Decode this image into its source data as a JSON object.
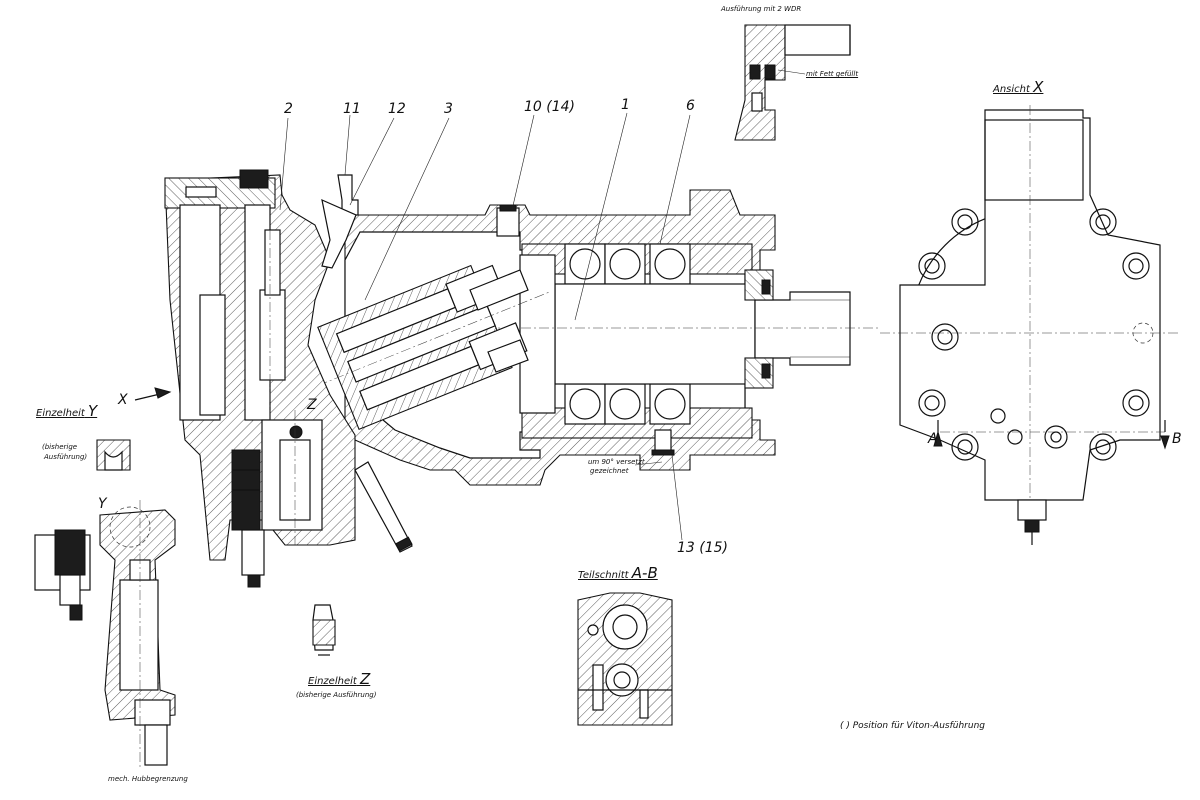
{
  "callouts": {
    "n2": "2",
    "n11": "11",
    "n12": "12",
    "n3": "3",
    "n10": "10 (14)",
    "n1": "1",
    "n6": "6",
    "n13": "13 (15)"
  },
  "notes": {
    "ausfuehrung_2wdr": "Ausführung mit 2 WDR",
    "mit_fett": "mit Fett gefüllt",
    "versetzt_line1": "um 90° versetzt",
    "versetzt_line2": "gezeichnet",
    "viton": "( ) Position   für Viton-Ausführung",
    "hubbegrenzung": "mech. Hubbegrenzung"
  },
  "views": {
    "ansicht_word": "Ansicht",
    "ansicht_letter": "X",
    "teilschnitt_word": "Teilschnitt",
    "teilschnitt_letters": "A-B",
    "einzelheit_y_word": "Einzelheit",
    "einzelheit_y_letter": "Y",
    "einzelheit_y_note_line1": "(bisherige",
    "einzelheit_y_note_line2": "Ausführung)",
    "einzelheit_z_word": "Einzelheit",
    "einzelheit_z_letter": "Z",
    "einzelheit_z_note": "(bisherige Ausführung)"
  },
  "markers": {
    "view_arrow_x": "X",
    "section_a": "A",
    "section_b": "B",
    "detail_y": "Y",
    "detail_z": "Z"
  }
}
